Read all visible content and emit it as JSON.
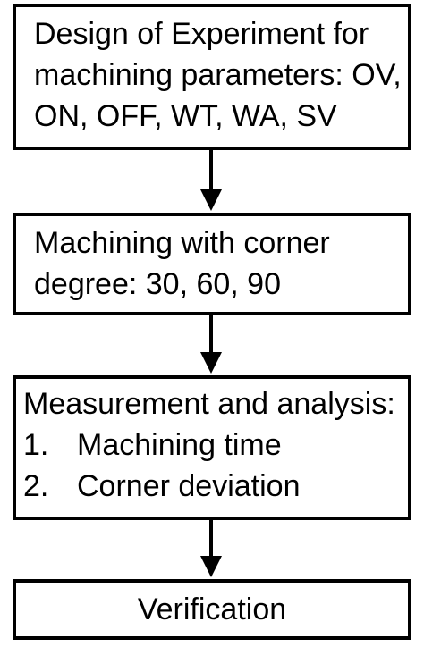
{
  "steps": [
    {
      "lines": [
        "Design of Experiment for",
        "machining parameters: OV,",
        "ON, OFF, WT, WA, SV"
      ]
    },
    {
      "lines": [
        "Machining with corner",
        "degree: 30, 60, 90"
      ]
    },
    {
      "heading": "Measurement and analysis:",
      "items": [
        {
          "number": "1.",
          "text": "Machining time"
        },
        {
          "number": "2.",
          "text": "Corner deviation"
        }
      ]
    },
    {
      "label": "Verification"
    }
  ],
  "colors": {
    "stroke": "#000000",
    "background": "#ffffff"
  }
}
